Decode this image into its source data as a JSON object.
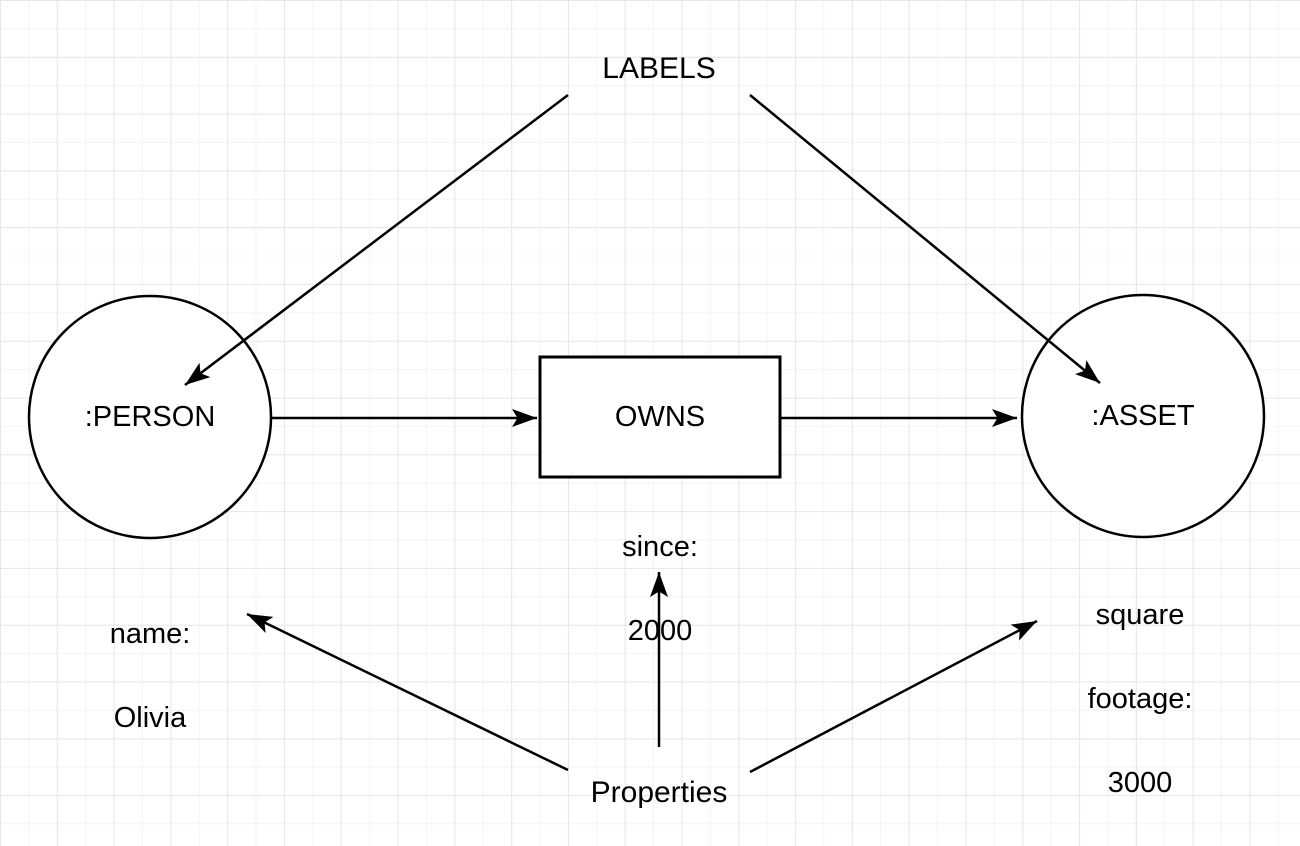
{
  "canvas": {
    "background_color": "#ffffff",
    "grid_minor_color": "#f4f4f4",
    "grid_major_color": "#e7e7e7",
    "stroke_color": "#000000"
  },
  "diagram": {
    "labels_title": "LABELS",
    "properties_title": "Properties",
    "nodes": [
      {
        "id": "person",
        "shape": "circle",
        "label": ":PERSON"
      },
      {
        "id": "owns",
        "shape": "rectangle",
        "label": "OWNS"
      },
      {
        "id": "asset",
        "shape": "circle",
        "label": ":ASSET"
      }
    ],
    "properties": {
      "person": {
        "line1": "name:",
        "line2": "Olivia"
      },
      "owns": {
        "line1": "since:",
        "line2": "2000"
      },
      "asset": {
        "line1": "square",
        "line2": "footage:",
        "line3": "3000"
      }
    },
    "edges": [
      {
        "from": "LABELS",
        "to": ":PERSON"
      },
      {
        "from": "LABELS",
        "to": ":ASSET"
      },
      {
        "from": ":PERSON",
        "to": "OWNS"
      },
      {
        "from": "OWNS",
        "to": ":ASSET"
      },
      {
        "from": "Properties",
        "to": "since: 2000"
      },
      {
        "from": "Properties",
        "to": "name: Olivia"
      },
      {
        "from": "Properties",
        "to": "square footage: 3000"
      }
    ]
  }
}
